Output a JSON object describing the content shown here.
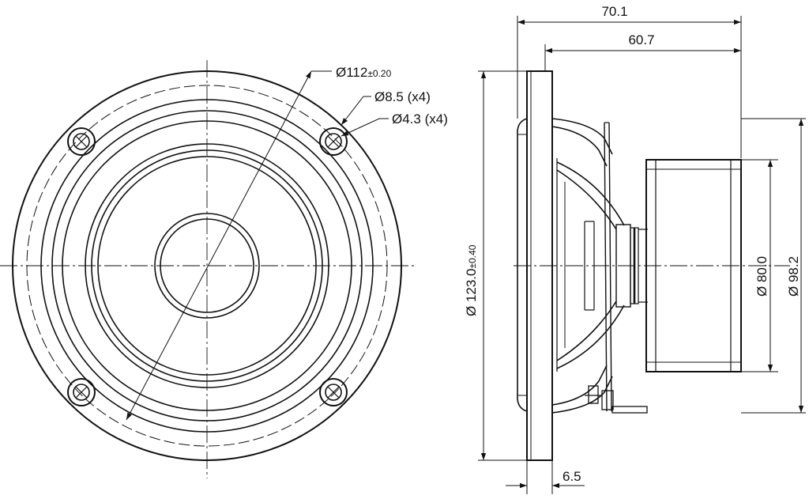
{
  "front_view": {
    "flange_diameter_label": "Ø112",
    "flange_diameter_tolerance": "±0.20",
    "mount_hole_label": "Ø8.5 (x4)",
    "inner_hole_label": "Ø4.3 (x4)"
  },
  "side_view": {
    "overall_depth_label": "70.1",
    "basket_depth_label": "60.7",
    "outer_diameter_prefix": "Ø 123.0",
    "outer_diameter_tolerance": "±0.40",
    "magnet_diameter_label": "Ø 80.0",
    "motor_diameter_label": "Ø 98.2",
    "flange_thickness_label": "6.5"
  }
}
